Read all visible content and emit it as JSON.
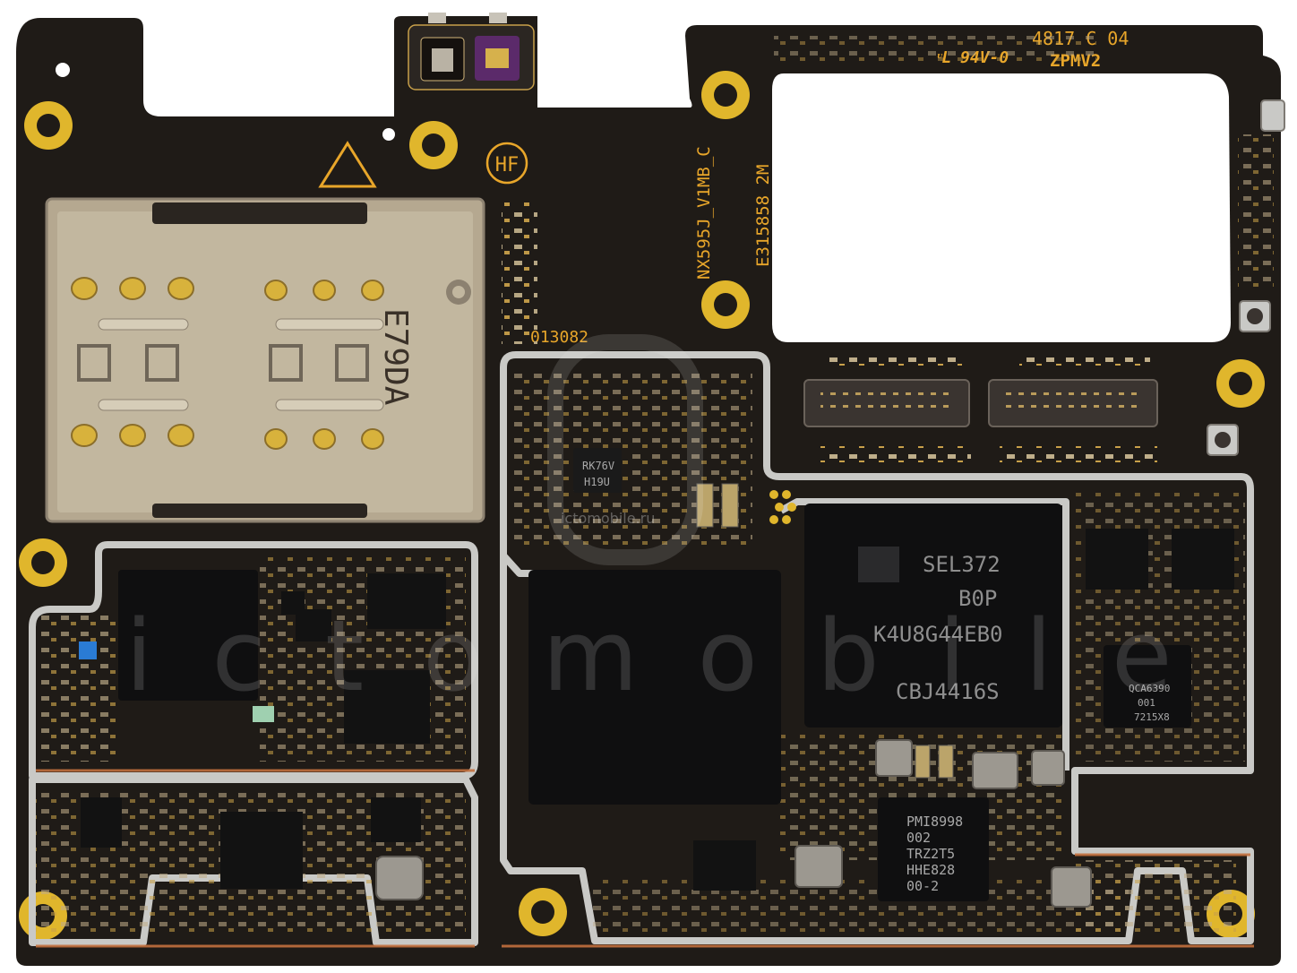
{
  "colors": {
    "pcb": "#1f1b17",
    "pcb_edge": "#2a2520",
    "silk": "#e8a62a",
    "gold": "#e0b62c",
    "shield": "#c9c9c6",
    "chip": "#0f0f10",
    "chip_text": "#8e8e8e",
    "sim": "#b5a890",
    "watermark": "#f2f2f2"
  },
  "silkscreen": {
    "board_rev": "4817 C 04",
    "board_code": "ZPMV2",
    "flame_rating": "94V-0",
    "model": "NX595J_V1MB_C",
    "serial": "E315858 2M",
    "lot": "013082",
    "hf_mark": "HF"
  },
  "sim_tray": {
    "marking": "E79DA"
  },
  "chips": {
    "ram": {
      "lines": [
        "SEL372",
        "B0P",
        "K4U8G44EB0",
        "CBJ4416S"
      ]
    },
    "pmic": {
      "lines": [
        "PMI8998",
        "002",
        "TRZ2T5",
        "HHE828",
        "00-2"
      ]
    },
    "wifi": {
      "lines": [
        "QCA6390",
        "001",
        "7215X8"
      ]
    },
    "rk": {
      "lines": [
        "RK76V",
        "H19U"
      ]
    }
  },
  "watermark": {
    "text": "ictomobile",
    "small_text": "ictomobile.ru"
  }
}
